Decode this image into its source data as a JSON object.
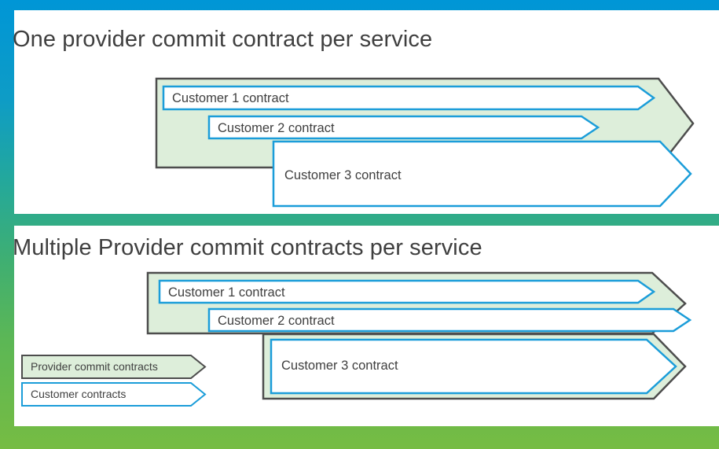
{
  "colors": {
    "frame_top": "#0096D6",
    "frame_bottom": "#76BC43",
    "panel_bg": "#FFFFFF",
    "provider_fill": "#DDEEDA",
    "provider_stroke": "#4D4D4D",
    "customer_fill": "#FFFFFF",
    "customer_stroke": "#1B9DD9",
    "text": "#3F3F3F"
  },
  "panels": [
    {
      "id": "one-provider",
      "title": "One provider commit contract per service",
      "provider_shapes": [
        {
          "name": "provider-commit-contract-arrow"
        }
      ],
      "customer_arrows": [
        {
          "label": "Customer 1 contract"
        },
        {
          "label": "Customer 2 contract"
        },
        {
          "label": "Customer 3 contract"
        }
      ]
    },
    {
      "id": "multiple-providers",
      "title": "Multiple Provider commit contracts per service",
      "provider_shapes": [
        {
          "name": "provider-commit-contract-arrow-a"
        },
        {
          "name": "provider-commit-contract-arrow-b"
        }
      ],
      "customer_arrows": [
        {
          "label": "Customer 1 contract"
        },
        {
          "label": "Customer 2 contract"
        },
        {
          "label": "Customer 3 contract"
        }
      ]
    }
  ],
  "legend": {
    "items": [
      {
        "label": "Provider commit contracts",
        "style": "provider"
      },
      {
        "label": "Customer contracts",
        "style": "customer"
      }
    ]
  }
}
